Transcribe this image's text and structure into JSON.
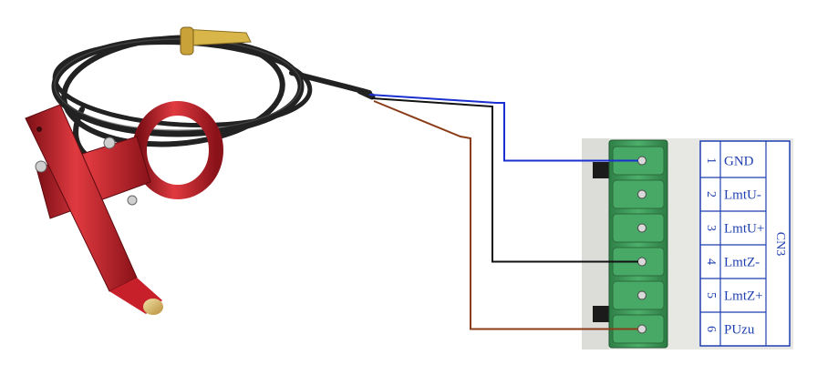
{
  "connector": {
    "name": "CN3",
    "pins": [
      {
        "number": "1",
        "label": "GND"
      },
      {
        "number": "2",
        "label": "LmtU-"
      },
      {
        "number": "3",
        "label": "LmtU+"
      },
      {
        "number": "4",
        "label": "LmtZ-"
      },
      {
        "number": "5",
        "label": "LmtZ+"
      },
      {
        "number": "6",
        "label": "PUzu"
      }
    ]
  },
  "wires": [
    {
      "color_name": "blue",
      "color": "#1a2fcf",
      "pin": "1"
    },
    {
      "color_name": "black",
      "color": "#111111",
      "pin": "4"
    },
    {
      "color_name": "brown",
      "color": "#8b3d1a",
      "pin": "6"
    }
  ],
  "colors": {
    "sensor_body": "#c8202a",
    "terminal_block": "#3f9a5b",
    "label_text": "#1f3fb0",
    "cable": "#222222",
    "board": "#e7e7e4"
  },
  "icons": {
    "sensor": "red-limit-sensor-probe",
    "cable_tag": "gold-cable-tag"
  }
}
